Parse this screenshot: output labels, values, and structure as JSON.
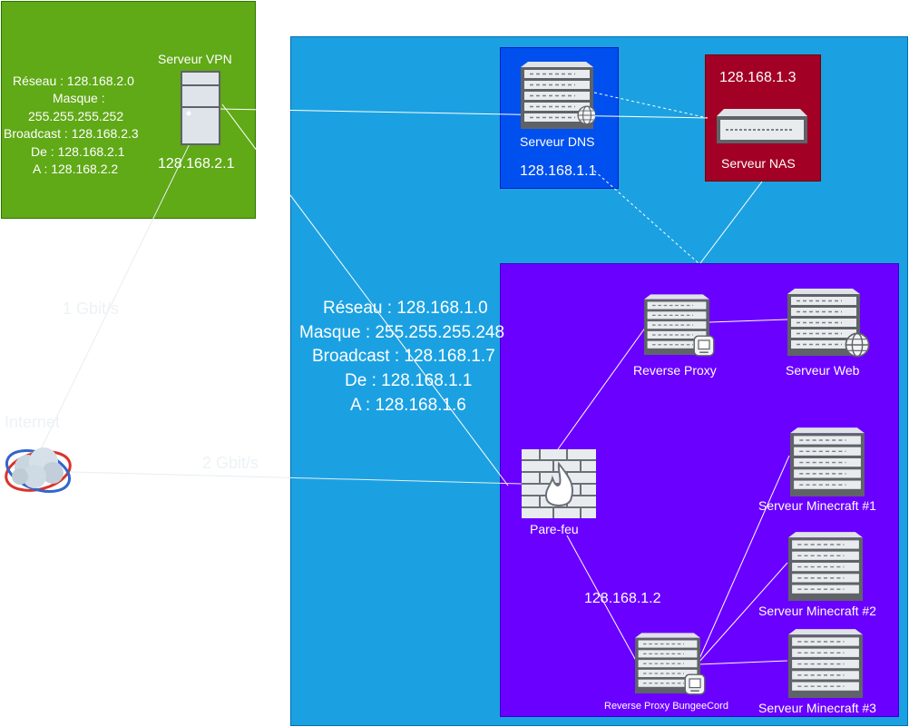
{
  "colors": {
    "vpn_zone": "#60a917",
    "main_zone": "#1ba1e2",
    "dns_zone": "#0050ef",
    "nas_zone": "#a20025",
    "lan_zone": "#6a00ff",
    "link": "#ffffff"
  },
  "vpn": {
    "title": "Serveur VPN",
    "ip": "128.168.2.1",
    "network_lines": [
      "Réseau : 128.168.2.0",
      "Masque :",
      "255.255.255.252",
      "Broadcast : 128.168.2.3",
      "De : 128.168.2.1",
      "A : 128.168.2.2"
    ]
  },
  "dns": {
    "label": "Serveur DNS",
    "ip": "128.168.1.1"
  },
  "nas": {
    "label": "Serveur NAS",
    "ip": "128.168.1.3"
  },
  "lan_info": [
    "Réseau : 128.168.1.0",
    "Masque : 255.255.255.248",
    "Broadcast : 128.168.1.7",
    "De : 128.168.1.1",
    "A : 128.168.1.6"
  ],
  "internet": {
    "label": "Internet"
  },
  "links": {
    "vpn_speed": "1 Gbit/s",
    "internet_speed": "2 Gbit/s"
  },
  "firewall": {
    "label": "Pare-feu",
    "ip": "128.168.1.2"
  },
  "reverse_proxy": {
    "label": "Reverse Proxy"
  },
  "web": {
    "label": "Serveur Web"
  },
  "bungee": {
    "label": "Reverse Proxy BungeeCord"
  },
  "minecraft": [
    "Serveur Minecraft #1",
    "Serveur Minecraft #2",
    "Serveur Minecraft #3"
  ]
}
